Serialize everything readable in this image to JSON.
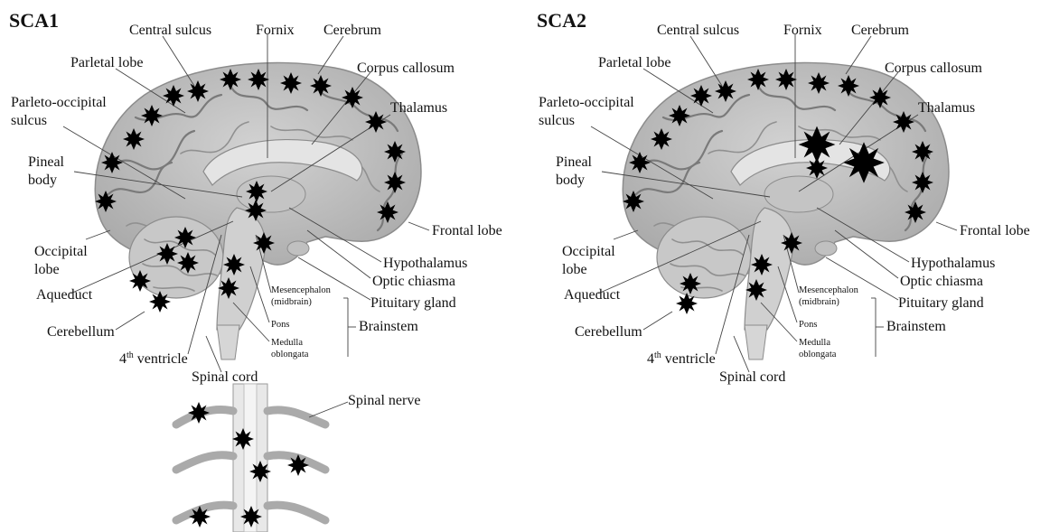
{
  "panels": [
    {
      "id": "sca1",
      "title": "SCA1",
      "labels": {
        "central_sulcus": "Central sulcus",
        "fornix": "Fornix",
        "cerebrum": "Cerebrum",
        "parietal_lobe": "Parletal lobe",
        "corpus_callosum": "Corpus callosum",
        "parieto_occipital_1": "Parleto-occipital",
        "parieto_occipital_2": "sulcus",
        "thalamus": "Thalamus",
        "pineal_1": "Pineal",
        "pineal_2": "body",
        "frontal_lobe": "Frontal lobe",
        "occipital_1": "Occipital",
        "occipital_2": "lobe",
        "hypothalamus": "Hypothalamus",
        "optic_chiasma": "Optic chiasma",
        "aqueduct": "Aqueduct",
        "mesencephalon_1": "Mesencephalon",
        "mesencephalon_2": "(midbrain)",
        "pituitary": "Pituitary gland",
        "pons": "Pons",
        "brainstem": "Brainstem",
        "cerebellum": "Cerebellum",
        "medulla_1": "Medulla",
        "medulla_2": "oblongata",
        "fourth_ventricle_base": "4",
        "fourth_ventricle_sup": "th",
        "fourth_ventricle_rest": " ventricle",
        "spinal_cord": "Spinal cord",
        "spinal_nerve": "Spinal nerve"
      }
    },
    {
      "id": "sca2",
      "title": "SCA2",
      "labels": {
        "central_sulcus": "Central sulcus",
        "fornix": "Fornix",
        "cerebrum": "Cerebrum",
        "parietal_lobe": "Parletal lobe",
        "corpus_callosum": "Corpus callosum",
        "parieto_occipital_1": "Parleto-occipital",
        "parieto_occipital_2": "sulcus",
        "thalamus": "Thalamus",
        "pineal_1": "Pineal",
        "pineal_2": "body",
        "frontal_lobe": "Frontal lobe",
        "occipital_1": "Occipital",
        "occipital_2": "lobe",
        "hypothalamus": "Hypothalamus",
        "optic_chiasma": "Optic chiasma",
        "aqueduct": "Aqueduct",
        "mesencephalon_1": "Mesencephalon",
        "mesencephalon_2": "(midbrain)",
        "pituitary": "Pituitary gland",
        "pons": "Pons",
        "brainstem": "Brainstem",
        "cerebellum": "Cerebellum",
        "medulla_1": "Medulla",
        "medulla_2": "oblongata",
        "fourth_ventricle_base": "4",
        "fourth_ventricle_sup": "th",
        "fourth_ventricle_rest": " ventricle",
        "spinal_cord": "Spinal cord"
      }
    }
  ],
  "colors": {
    "brain_fill": "#bdbdbd",
    "brain_edge": "#8c8c8c",
    "lesion_marker": "#000000",
    "label_text": "#111111"
  },
  "icons": {
    "lesion": "starburst-icon"
  }
}
